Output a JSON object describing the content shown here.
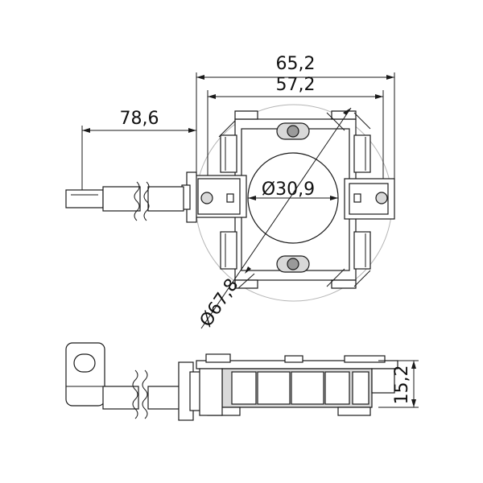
{
  "drawing": {
    "dimensions": {
      "overall_width": "65,2",
      "inner_width": "57,2",
      "lead_length": "78,6",
      "bore_diameter": "Ø30,9",
      "outer_diameter": "Ø67,8",
      "height": "15,2"
    },
    "colors": {
      "line": "#1a1a1a",
      "fill_light": "#d9d9d9",
      "fill_dark": "#9a9a9a",
      "outer_circle": "#b5b5b5"
    }
  }
}
